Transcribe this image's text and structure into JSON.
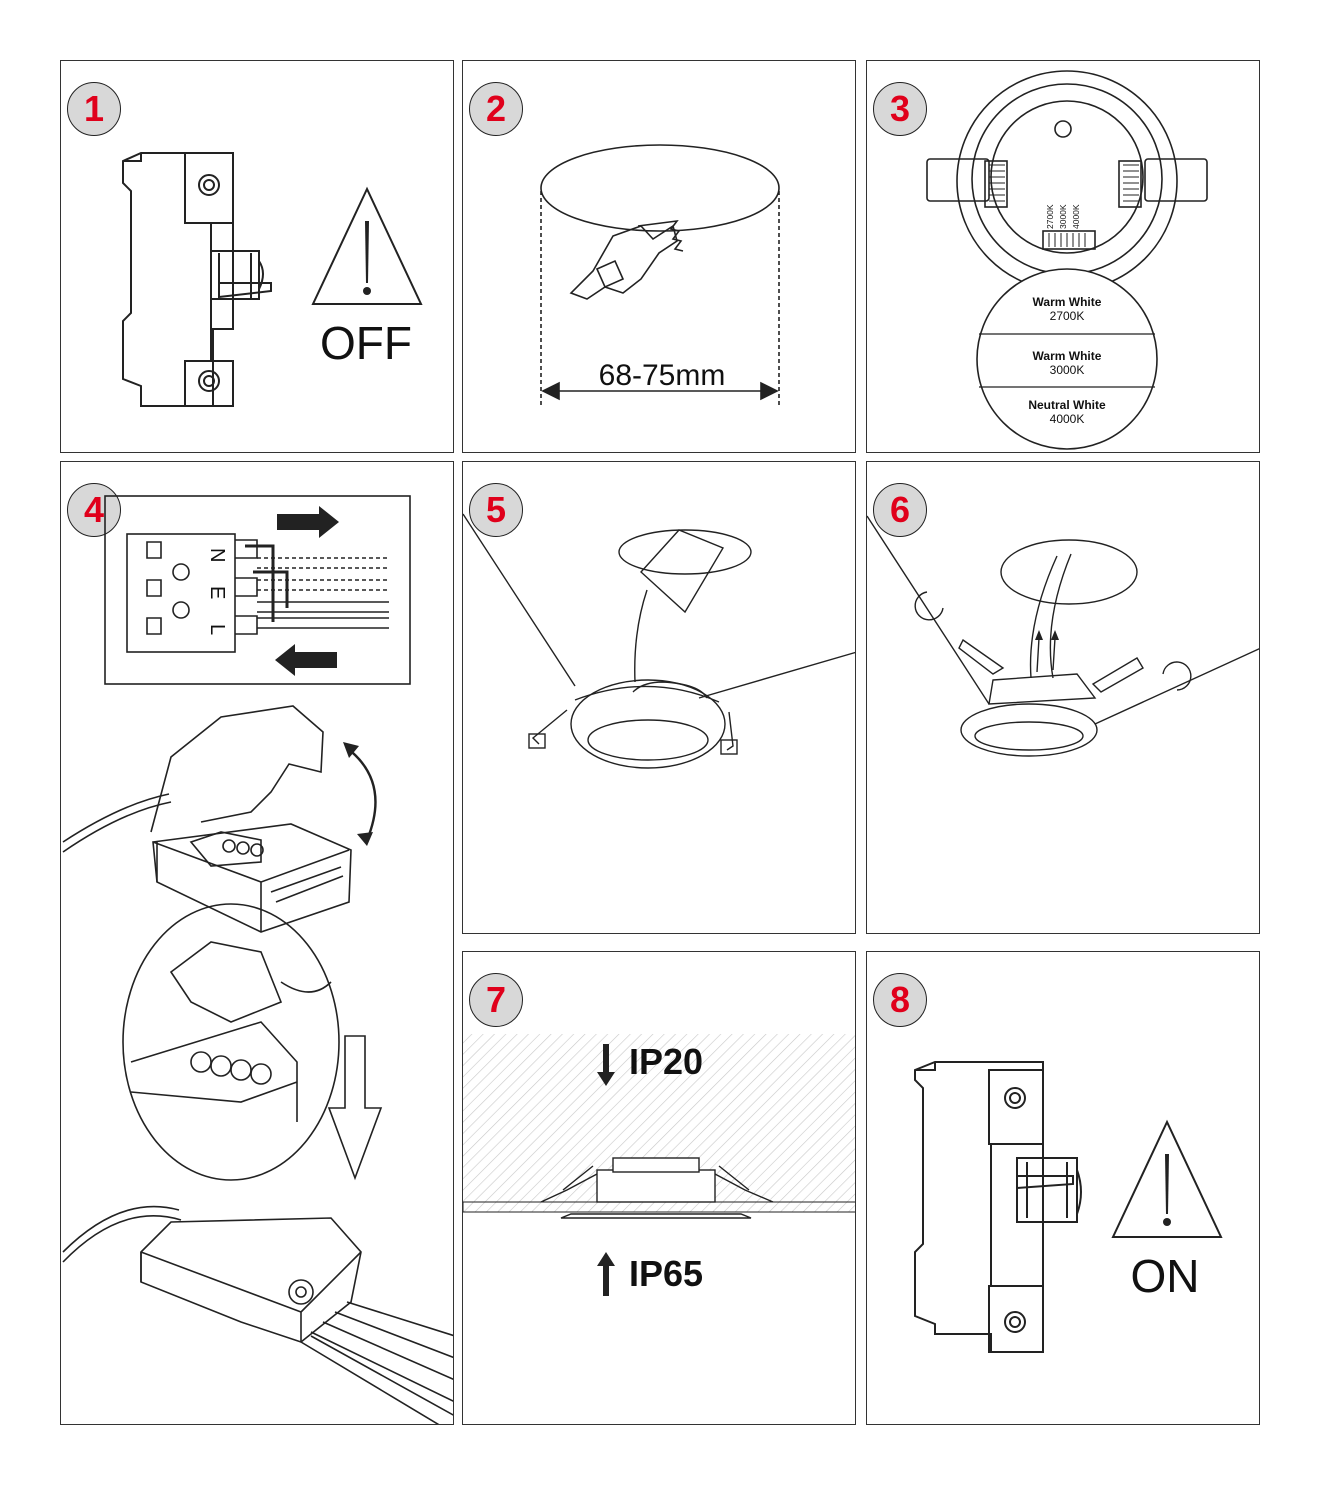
{
  "steps": [
    {
      "number": "1",
      "label": "OFF"
    },
    {
      "number": "2",
      "cutout": "68-75mm"
    },
    {
      "number": "3",
      "cct_options": [
        {
          "name": "Warm White",
          "temp": "2700K"
        },
        {
          "name": "Warm White",
          "temp": "3000K"
        },
        {
          "name": "Neutral White",
          "temp": "4000K"
        }
      ],
      "switch_labels": [
        "2700K",
        "3000K",
        "4000K"
      ]
    },
    {
      "number": "4",
      "terminals": [
        "N",
        "E",
        "L"
      ]
    },
    {
      "number": "5"
    },
    {
      "number": "6"
    },
    {
      "number": "7",
      "rating_top": "IP20",
      "rating_bottom": "IP65"
    },
    {
      "number": "8",
      "label": "ON"
    }
  ],
  "colors": {
    "badge_number": "#e0001b",
    "badge_fill": "#d8d8d8",
    "line": "#222222"
  }
}
